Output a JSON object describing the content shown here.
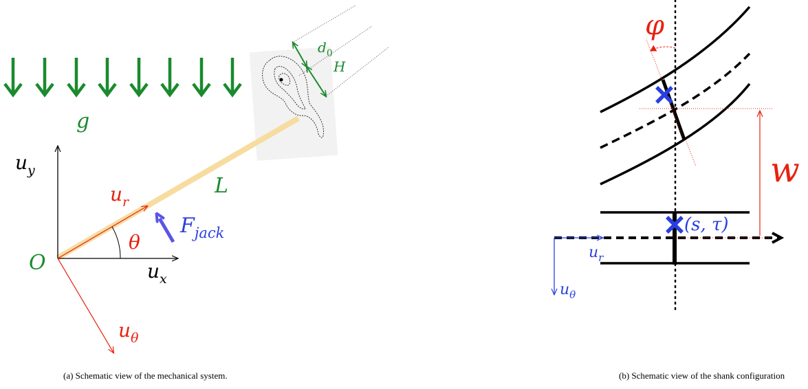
{
  "panel_a": {
    "caption": "(a)  Schematic view of the mechanical system.",
    "labels": {
      "g": "g",
      "u_y_base": "u",
      "u_y_sub": "y",
      "u_r_base": "u",
      "u_r_sub": "r",
      "L": "L",
      "F_base": "F",
      "F_sub": "jack",
      "O": "O",
      "theta": "θ",
      "u_x_base": "u",
      "u_x_sub": "x",
      "u_theta_base": "u",
      "u_theta_sub": "θ",
      "d0_base": "d",
      "d0_sub": "0",
      "H": "H"
    }
  },
  "panel_b": {
    "caption": "(b)  Schematic view of the shank configuration",
    "labels": {
      "phi": "φ",
      "w": "w",
      "s_tau": "(s, τ)",
      "u_r_base": "u",
      "u_r_sub": "r",
      "u_theta_base": "u",
      "u_theta_sub": "θ"
    }
  },
  "colors": {
    "green": "#1a8a2e",
    "red": "#e8200f",
    "blue": "#2a3fe0",
    "purple_blue": "#5a55e8",
    "tan": "#f7dca0",
    "black": "#000000"
  }
}
